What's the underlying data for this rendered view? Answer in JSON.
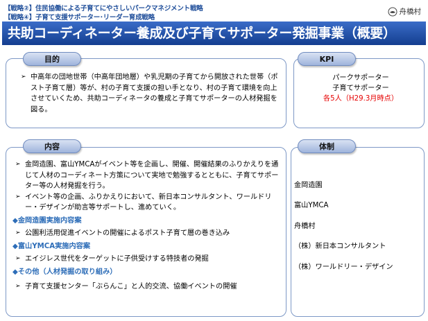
{
  "header": {
    "line1": "【戦略②】住民協働による子育てにやさしいパークマネジメント戦略",
    "line2": "【戦略④】子育て支援サポーター･リーダー育成戦略",
    "logo_text": "舟橋村"
  },
  "title": "共助コーディネーター養成及び子育てサポーター発掘事業（概要）",
  "purpose": {
    "label": "目的",
    "text": "中高年の団地世帯（中高年団地層）や乳児期の子育てから開放された世帯（ポスト子育て層）等が、村の子育て支援の担い手となり、村の子育て環境を向上させていくため、共助コーディネータの養成と子育てサポーターの人材発掘を図る。"
  },
  "kpi": {
    "label": "KPI",
    "line1": "パークサポーター",
    "line2": "子育てサポーター",
    "line3": "各5人（H29.3月時点）"
  },
  "content": {
    "label": "内容",
    "bullet1": "金岡造園、富山YMCAがイベント等を企画し、開催、開催結果のふりかえりを通じて人材のコーディネート方策について実地で勉強するとともに、子育てサポーター等の人材発掘を行う。",
    "bullet2": "イベント等の企画、ふりかえりにおいて、新日本コンサルタント、ワールドリー・デザインが助言等サポートし、進めていく。",
    "sec1_heading": "◆金岡造園実施内容案",
    "sec1_item": "公園利活用促進イベントの開催によるポスト子育て層の巻き込み",
    "sec2_heading": "◆富山YMCA実施内容案",
    "sec2_item": "エイジレス世代をターゲットに子供受けする特技者の発掘",
    "sec3_heading": "◆その他（人材発掘の取り組み）",
    "sec3_item": "子育て支援センター「ぶらんこ」と人的交流、協働イベントの開催"
  },
  "system": {
    "label": "体制",
    "orgs": [
      "金岡造園",
      "富山YMCA",
      "舟橋村",
      "（株）新日本コンサルタント",
      "（株）ワールドリー・デザイン"
    ]
  },
  "bullet_marker": "➢",
  "colors": {
    "title_bar": "#1f4e9a",
    "header_text": "#1f4e9a",
    "box_border": "#7d98c6",
    "pill_fill": "#b6c6e6",
    "subheading": "#2d6db8",
    "kpi_highlight": "#e60000"
  },
  "icons": {
    "logo": "village-emblem-icon"
  }
}
